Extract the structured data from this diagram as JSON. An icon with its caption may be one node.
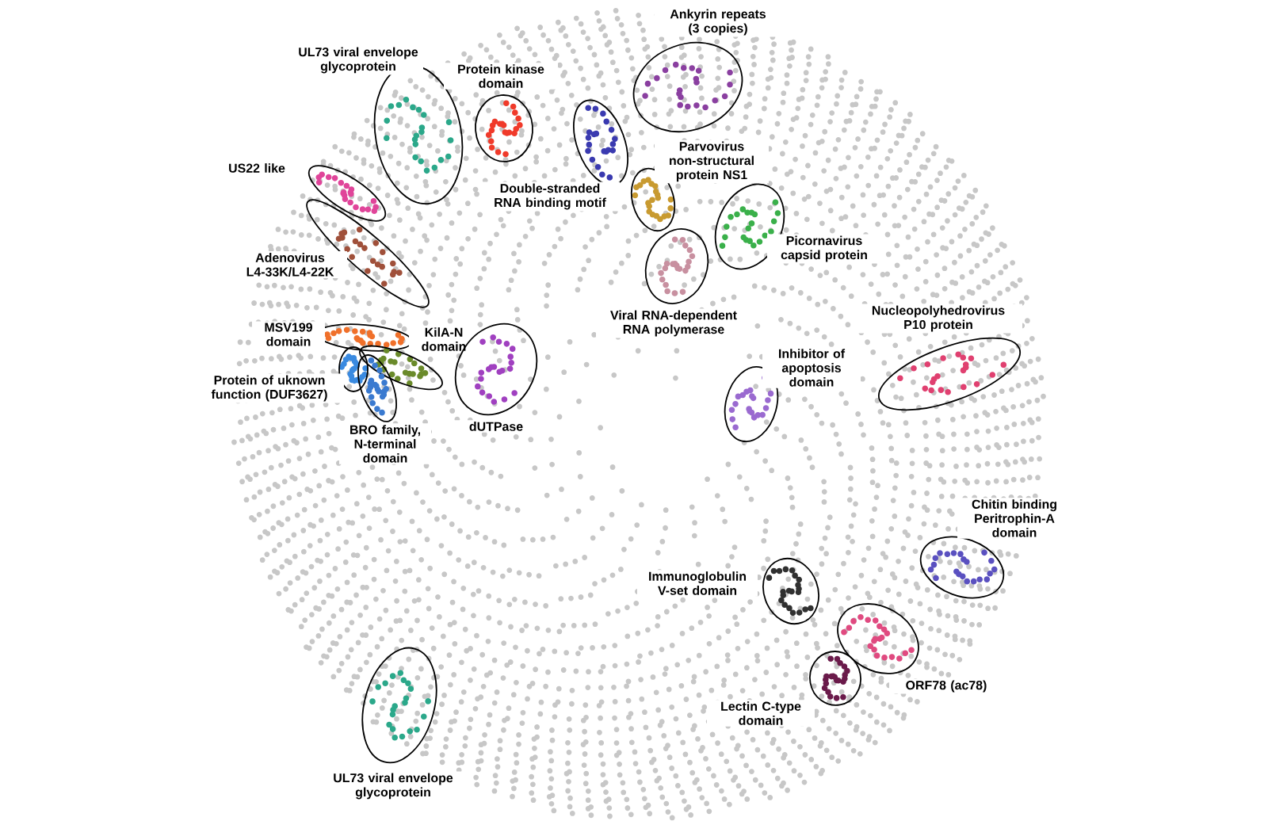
{
  "diagram": {
    "nodes": [
      {
        "text": [
          "UL73 viral envelope glycoprotein"
        ]
      },
      {
        "text": [
          "Protein kinase domain"
        ]
      },
      {
        "text": [
          "Ankyrin repeats (3 copies)"
        ]
      },
      {
        "text": [
          "Double-stranded RNA binding motif"
        ]
      },
      {
        "text": [
          "Parvovirus non-structural protein NS1"
        ]
      },
      {
        "text": [
          "Picornavirus capsid protein"
        ]
      },
      {
        "text": [
          "Viral RNA-dependent RNA polymerase"
        ]
      },
      {
        "text": [
          "US22 like"
        ]
      },
      {
        "text": [
          "Adenovirus L4-33K/L4-22K"
        ]
      },
      {
        "text": [
          "MSV199 domain"
        ]
      },
      {
        "text": [
          "KilA-N domain"
        ]
      },
      {
        "text": [
          "Protein of uknown function (DUF3627)"
        ]
      },
      {
        "text": [
          "BRO family, N-terminal domain"
        ]
      },
      {
        "text": [
          "dUTPase"
        ]
      },
      {
        "text": [
          "Inhibitor of apoptosis domain"
        ]
      },
      {
        "text": [
          "Nucleopolyhedrovirus P10 protein"
        ]
      },
      {
        "text": [
          "Chitin binding Peritrophin-A domain"
        ]
      },
      {
        "text": [
          "Immunoglobulin V-set domain"
        ]
      },
      {
        "text": [
          "ORF78 (ac78)"
        ]
      },
      {
        "text": [
          "Lectin C-type domain"
        ]
      },
      {
        "text": [
          "UL73 viral envelope glycoprotein"
        ]
      }
    ]
  }
}
